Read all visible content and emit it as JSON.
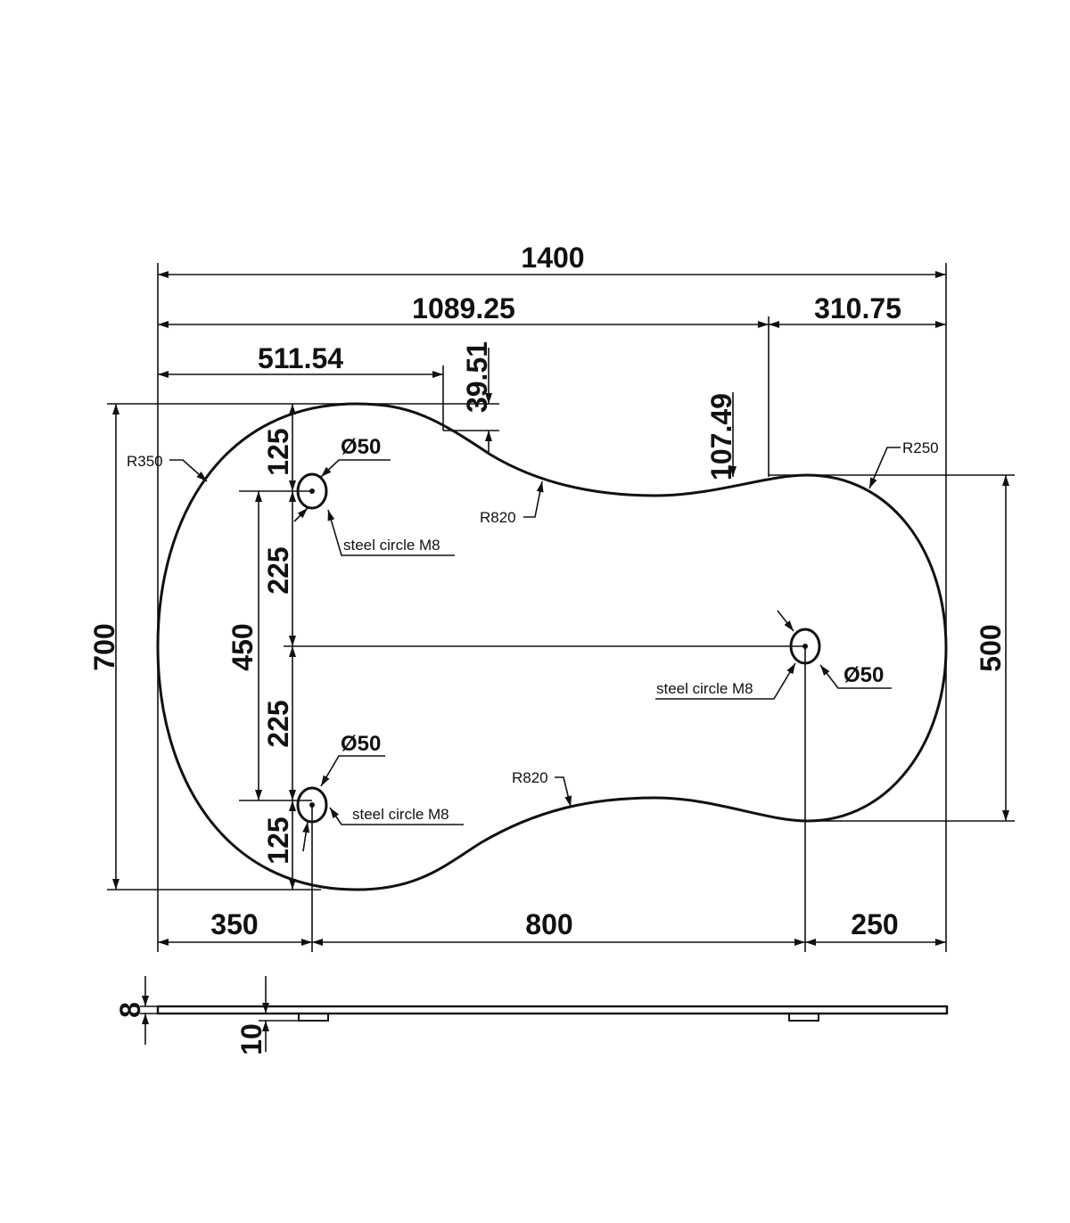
{
  "dimensions": {
    "overall_width": "1400",
    "width_to_right_lobe": "1089.25",
    "right_lobe_width": "310.75",
    "width_to_top_notch": "511.54",
    "top_notch_depth": "39.51",
    "right_step_depth": "107.49",
    "overall_height": "700",
    "right_lobe_height": "500",
    "hole_spacing": "450",
    "top_edge_to_hole": "125",
    "hole_to_center_top": "225",
    "center_to_hole_bottom": "225",
    "hole_to_bottom_edge": "125",
    "left_to_hole": "350",
    "hole_to_hole": "800",
    "hole_to_right": "250",
    "thickness": "8",
    "bracket_height": "10"
  },
  "radii": {
    "left_lobe": "R350",
    "top_curve": "R820",
    "right_lobe": "R250",
    "bottom_curve": "R820"
  },
  "holes": [
    {
      "diameter": "Ø50",
      "note": "steel circle M8"
    },
    {
      "diameter": "Ø50",
      "note": "steel circle M8"
    },
    {
      "diameter": "Ø50",
      "note": "steel circle M8"
    }
  ]
}
